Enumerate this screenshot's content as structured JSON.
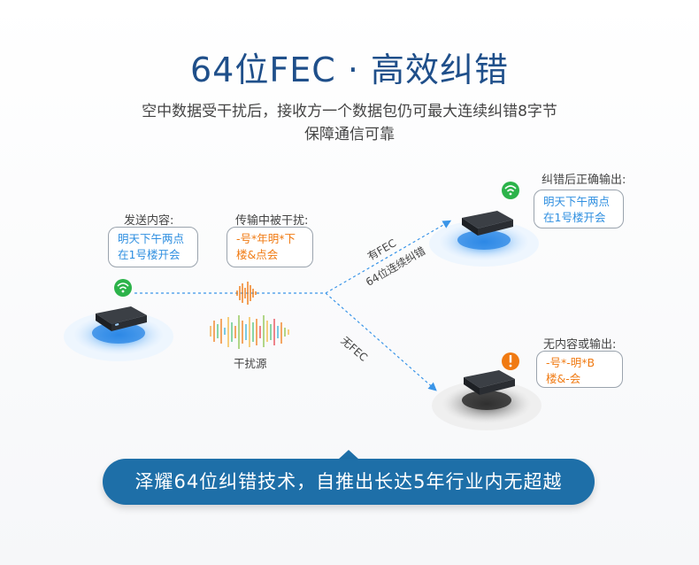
{
  "title": "64位FEC · 高效纠错",
  "subtitle": {
    "line1": "空中数据受干扰后，接收方一个数据包仍可最大连续纠错8字节",
    "line2": "保障通信可靠"
  },
  "sender": {
    "caption": "发送内容:",
    "message_line1": "明天下午两点",
    "message_line2": "在1号楼开会"
  },
  "interference": {
    "caption": "传输中被干扰:",
    "message_line1": "-号*年明*下",
    "message_line2": "楼&点会",
    "source_label": "干扰源"
  },
  "with_fec": {
    "route_label_1": "有FEC",
    "route_label_2": "64位连续纠错",
    "caption": "纠错后正确输出:",
    "message_line1": "明天下午两点",
    "message_line2": "在1号楼开会"
  },
  "without_fec": {
    "route_label": "无FEC",
    "caption": "无内容或输出:",
    "message_line1": "-号*-明*B",
    "message_line2": "楼&-会"
  },
  "banner": "泽耀64位纠错技术，自推出长达5年行业内无超越",
  "colors": {
    "title": "#1f4f8a",
    "accent_blue": "#2f8fe0",
    "warning_orange": "#f07a12",
    "signal_green": "#2cb34a",
    "banner": "#1e6fa8"
  },
  "icons": [
    "wifi-signal-icon",
    "warning-icon",
    "device-icon",
    "noise-wave-icon"
  ]
}
